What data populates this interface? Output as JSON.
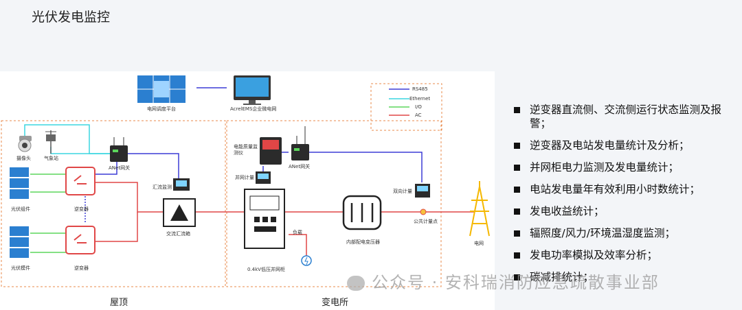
{
  "page_title": "光伏发电监控",
  "legend": {
    "items": [
      {
        "label": "RS485",
        "color": "#3b3bd6"
      },
      {
        "label": "Ethernet",
        "color": "#3ad6e0"
      },
      {
        "label": "I/O",
        "color": "#5cd65c"
      },
      {
        "label": "AC",
        "color": "#e04646"
      }
    ]
  },
  "nodes": {
    "grid_dispatch": "电网调度平台",
    "acrel_ems": "AcrelEMS企业微电网",
    "camera": "摄像头",
    "weather": "气象站",
    "anet_left": "ANet网关",
    "anet_right": "ANet网关",
    "pv_module_1": "光伏组件",
    "pv_module_2": "光伏模件",
    "inverter_1": "逆变器",
    "inverter_2": "逆变器",
    "combiner_monitor": "汇流监测",
    "ac_combiner": "交流汇流箱",
    "power_quality": "电能质量监测仪",
    "grid_meter": "并网计量",
    "bidir_meter": "双向计量",
    "load": "负载",
    "lv_cabinet": "0.4kV低压并网柜",
    "transformer": "内部配电变压器",
    "pcc": "公共计量点",
    "grid": "电网"
  },
  "regions": {
    "left": "屋顶",
    "right": "变电所"
  },
  "bullets": [
    "逆变器直流侧、交流侧运行状态监测及报警；",
    "逆变器及电站发电量统计及分析；",
    "并网柜电力监测及发电量统计；",
    "电站发电量年有效利用小时数统计；",
    "发电收益统计；",
    "辐照度/风力/环境温湿度监测；",
    "发电功率模拟及效率分析；",
    "碳减排统计；"
  ],
  "watermark": "公众号 · 安科瑞消防应急疏散事业部"
}
